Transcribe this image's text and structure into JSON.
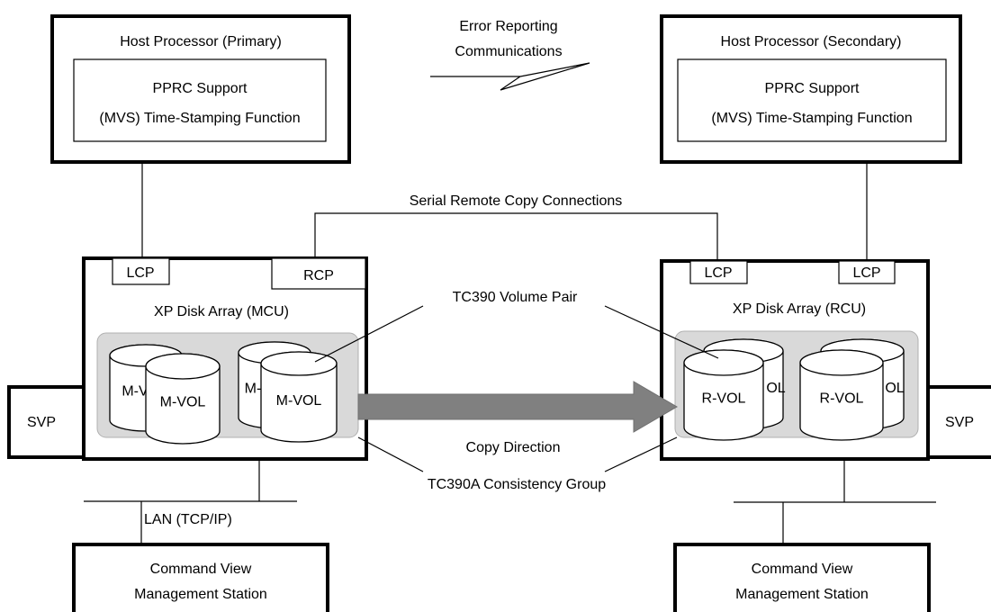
{
  "hosts": {
    "primary": {
      "title": "Host Processor (Primary)",
      "support_line1": "PPRC Support",
      "support_line2": "(MVS) Time-Stamping Function"
    },
    "secondary": {
      "title": "Host Processor (Secondary)",
      "support_line1": "PPRC Support",
      "support_line2": "(MVS) Time-Stamping Function"
    }
  },
  "error_reporting": {
    "line1": "Error Reporting",
    "line2": "Communications"
  },
  "serial_connections": "Serial Remote Copy Connections",
  "mcu": {
    "title": "XP Disk Array (MCU)",
    "lcp": "LCP",
    "rcp": "RCP",
    "volumes": [
      "M-V",
      "M-VOL",
      "M-",
      "M-VOL"
    ]
  },
  "rcu": {
    "title": "XP Disk Array (RCU)",
    "lcp_left": "LCP",
    "lcp_right": "LCP",
    "volumes": [
      "OL",
      "R-VOL",
      "OL",
      "R-VOL"
    ]
  },
  "volume_pair": "TC390 Volume Pair",
  "copy_direction": "Copy Direction",
  "consistency_group": "TC390A Consistency Group",
  "svp_left": "SVP",
  "svp_right": "SVP",
  "lan": "LAN (TCP/IP)",
  "stations": {
    "left": {
      "line1": "Command View",
      "line2": "Management Station"
    },
    "right": {
      "line1": "Command View",
      "line2": "Management Station"
    }
  },
  "colors": {
    "group_fill": "#d9d9d9",
    "arrow_fill": "#808080",
    "line": "#000000"
  }
}
